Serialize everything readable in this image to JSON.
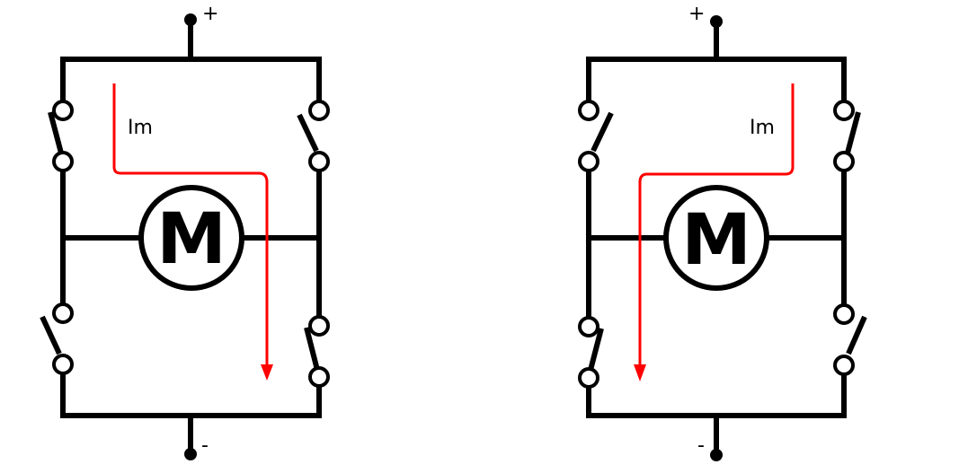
{
  "circuits": [
    {
      "positive_label": "+",
      "negative_label": "-",
      "motor_label": "M",
      "current_label": "Im"
    },
    {
      "positive_label": "+",
      "negative_label": "-",
      "motor_label": "M",
      "current_label": "Im"
    }
  ]
}
